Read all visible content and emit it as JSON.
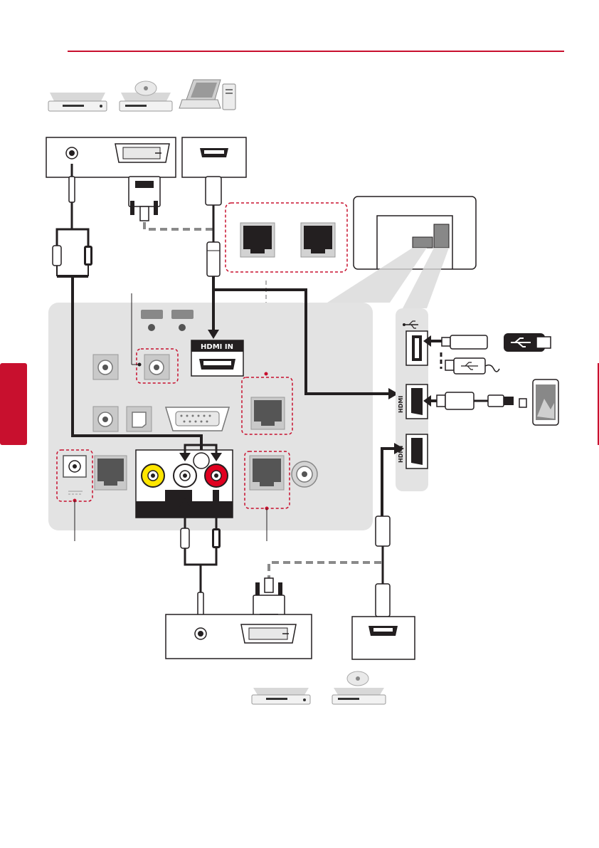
{
  "page": {
    "accent_color": "#c8102e",
    "panel_color": "#e3e3e3",
    "cable_color": "#231f20",
    "dashed_color": "#8a8a8a"
  },
  "labels": {
    "hdmi_in_top": "HDMI IN",
    "hdmi_in_bottom": "HDMI IN",
    "usb_port_label": "HDMI",
    "hdmi_side_1": "HDMI",
    "hdmi_side_2": "HDMI"
  },
  "icons": [
    "dvd-player-icon",
    "disc-player-icon",
    "laptop-computer-icon",
    "desktop-tower-icon",
    "usb-flash-drive-icon",
    "usb-symbol-icon",
    "smartphone-icon",
    "hdmi-connector-icon",
    "dvi-connector-icon",
    "audio-jack-icon",
    "rca-connector-icon",
    "lan-port-icon",
    "coaxial-port-icon",
    "optical-port-icon",
    "vga-port-icon",
    "power-jack-icon"
  ]
}
